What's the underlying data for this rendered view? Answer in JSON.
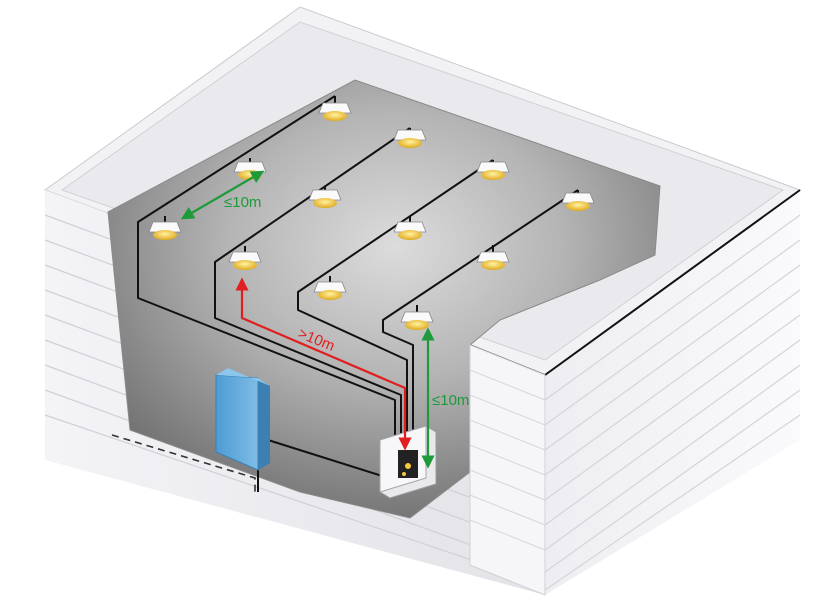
{
  "annotations": {
    "lamp_spacing": "≤10m",
    "run_long": ">10m",
    "run_short": "≤10m"
  },
  "colors": {
    "green_arrow": "#1f9a3a",
    "red_arrow": "#e02020",
    "cable": "#111111",
    "floor_center": "#d6d6d6",
    "floor_edge": "#6e6e6e",
    "cabinet": "#5aa6d8",
    "lamp_glow": "#f3c93a"
  },
  "icons": {
    "lamp": "ceiling-lamp-icon",
    "cabinet": "distribution-cabinet-icon",
    "junction_box": "junction-box-icon"
  }
}
